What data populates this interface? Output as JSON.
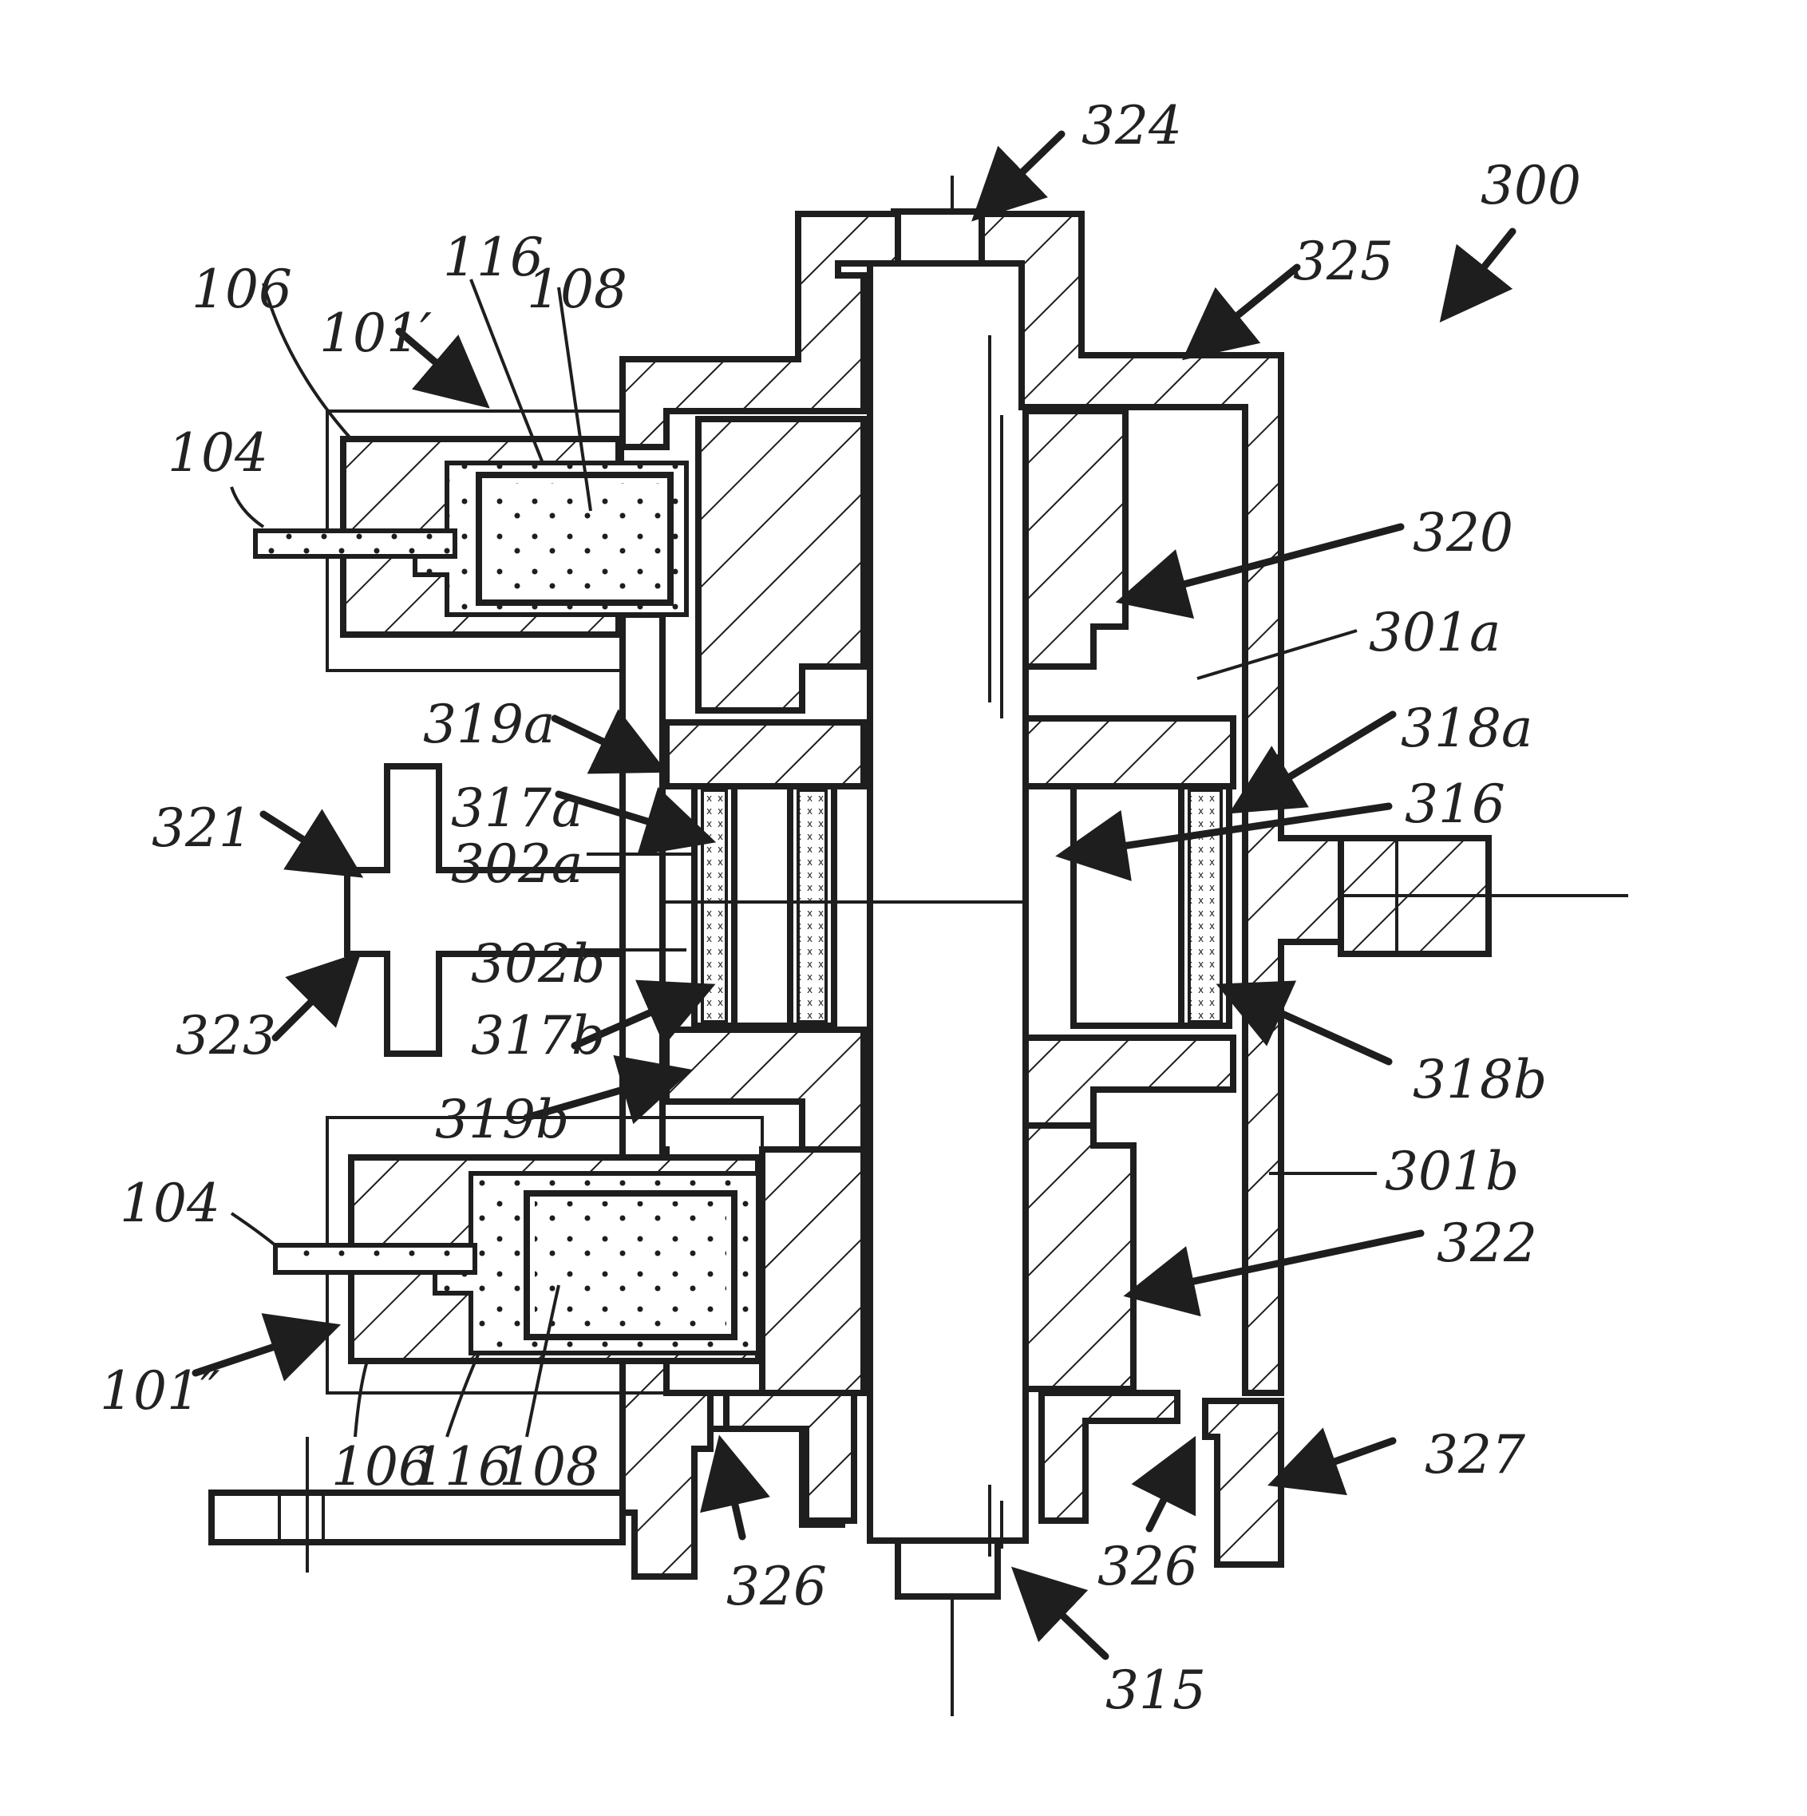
{
  "figure": {
    "labels": {
      "l300": "300",
      "l324": "324",
      "l325": "325",
      "l106_top": "106",
      "l101_top": "101′",
      "l116_top": "116",
      "l108_top": "108",
      "l104_top": "104",
      "l320": "320",
      "l301a": "301a",
      "l319a": "319a",
      "l318a": "318a",
      "l317a": "317a",
      "l316": "316",
      "l321": "321",
      "l302a": "302a",
      "l302b": "302b",
      "l323": "323",
      "l317b": "317b",
      "l318b": "318b",
      "l319b": "319b",
      "l301b": "301b",
      "l104_bot": "104",
      "l322": "322",
      "l101_bot": "101″",
      "l106_bot": "106",
      "l116_bot": "116",
      "l108_bot": "108",
      "l327": "327",
      "l326_left": "326",
      "l326_right": "326",
      "l315": "315"
    }
  }
}
